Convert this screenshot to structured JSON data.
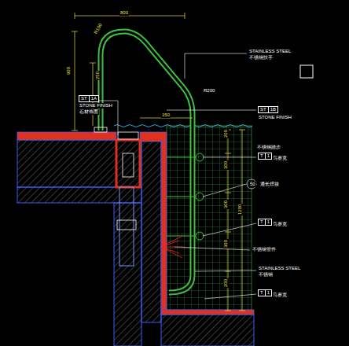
{
  "diagram": {
    "nodes": [
      {
        "text": [
          "ST",
          "1A"
        ]
      },
      {
        "text": [
          "ST",
          "1B"
        ]
      },
      {
        "text": [
          "T",
          "1"
        ]
      },
      {
        "text": [
          "T",
          "1"
        ]
      },
      {
        "text": [
          "T",
          "1"
        ]
      }
    ],
    "labels": [
      "800",
      "R100",
      "900",
      "250",
      "STAINLESS STEEL",
      "不锈钢扶手",
      "R200",
      "STONE FINISH",
      "石材饰面",
      "150",
      "STONE FINISH",
      "200",
      "不锈钢踏步",
      "马赛克",
      "300",
      "50",
      "通长焊接",
      "300",
      "1200",
      "马赛克",
      "不锈钢管件",
      "300",
      "STAINLESS STEEL",
      "不锈钢",
      "200",
      "马赛克"
    ]
  }
}
